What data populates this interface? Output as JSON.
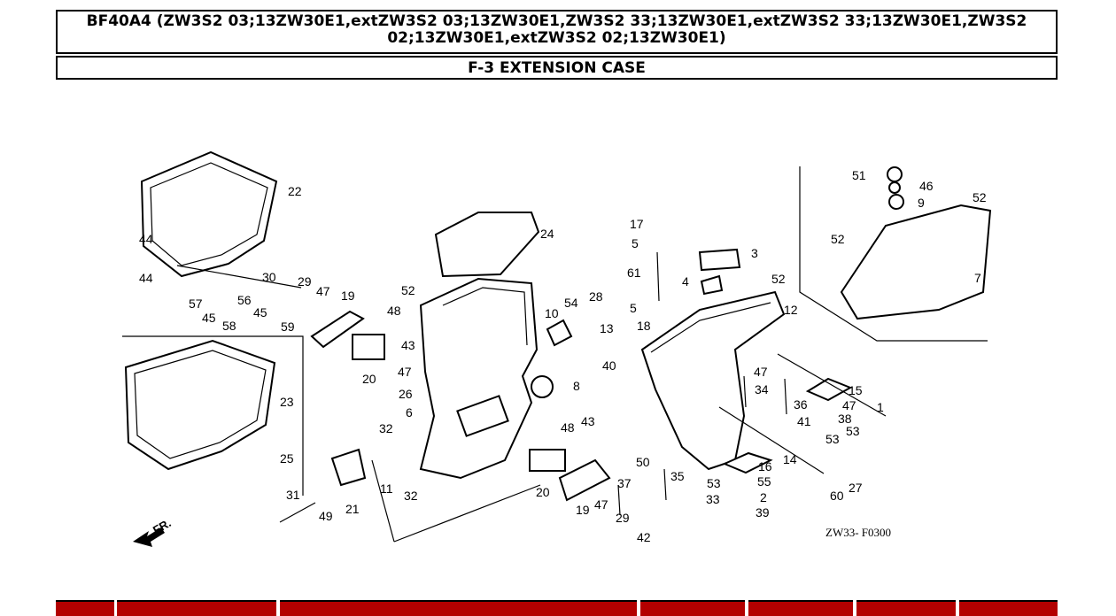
{
  "header": {
    "model_line": "BF40A4 (ZW3S2 03;13ZW30E1,extZW3S2 03;13ZW30E1,ZW3S2 33;13ZW30E1,extZW3S2 33;13ZW30E1,ZW3S2 02;13ZW30E1,extZW3S2 02;13ZW30E1)",
    "section_title": "F-3 EXTENSION CASE"
  },
  "diagram": {
    "figure_code": "ZW33- F0300",
    "direction_label": "FR.",
    "callouts": [
      {
        "id": "c1",
        "label": "1"
      },
      {
        "id": "c2",
        "label": "2"
      },
      {
        "id": "c3",
        "label": "3"
      },
      {
        "id": "c4",
        "label": "4"
      },
      {
        "id": "c5a",
        "label": "5"
      },
      {
        "id": "c5b",
        "label": "5"
      },
      {
        "id": "c6",
        "label": "6"
      },
      {
        "id": "c7",
        "label": "7"
      },
      {
        "id": "c8",
        "label": "8"
      },
      {
        "id": "c9",
        "label": "9"
      },
      {
        "id": "c10",
        "label": "10"
      },
      {
        "id": "c11",
        "label": "11"
      },
      {
        "id": "c12",
        "label": "12"
      },
      {
        "id": "c13",
        "label": "13"
      },
      {
        "id": "c14",
        "label": "14"
      },
      {
        "id": "c15",
        "label": "15"
      },
      {
        "id": "c16",
        "label": "16"
      },
      {
        "id": "c17",
        "label": "17"
      },
      {
        "id": "c18",
        "label": "18"
      },
      {
        "id": "c19a",
        "label": "19"
      },
      {
        "id": "c19b",
        "label": "19"
      },
      {
        "id": "c20a",
        "label": "20"
      },
      {
        "id": "c20b",
        "label": "20"
      },
      {
        "id": "c21",
        "label": "21"
      },
      {
        "id": "c22",
        "label": "22"
      },
      {
        "id": "c23",
        "label": "23"
      },
      {
        "id": "c24",
        "label": "24"
      },
      {
        "id": "c25",
        "label": "25"
      },
      {
        "id": "c26",
        "label": "26"
      },
      {
        "id": "c27",
        "label": "27"
      },
      {
        "id": "c28",
        "label": "28"
      },
      {
        "id": "c29a",
        "label": "29"
      },
      {
        "id": "c29b",
        "label": "29"
      },
      {
        "id": "c30",
        "label": "30"
      },
      {
        "id": "c31",
        "label": "31"
      },
      {
        "id": "c32a",
        "label": "32"
      },
      {
        "id": "c32b",
        "label": "32"
      },
      {
        "id": "c33",
        "label": "33"
      },
      {
        "id": "c34",
        "label": "34"
      },
      {
        "id": "c35",
        "label": "35"
      },
      {
        "id": "c36",
        "label": "36"
      },
      {
        "id": "c37",
        "label": "37"
      },
      {
        "id": "c38",
        "label": "38"
      },
      {
        "id": "c39",
        "label": "39"
      },
      {
        "id": "c40",
        "label": "40"
      },
      {
        "id": "c41",
        "label": "41"
      },
      {
        "id": "c42",
        "label": "42"
      },
      {
        "id": "c43a",
        "label": "43"
      },
      {
        "id": "c43b",
        "label": "43"
      },
      {
        "id": "c44a",
        "label": "44"
      },
      {
        "id": "c44b",
        "label": "44"
      },
      {
        "id": "c45a",
        "label": "45"
      },
      {
        "id": "c45b",
        "label": "45"
      },
      {
        "id": "c46",
        "label": "46"
      },
      {
        "id": "c47a",
        "label": "47"
      },
      {
        "id": "c47b",
        "label": "47"
      },
      {
        "id": "c47c",
        "label": "47"
      },
      {
        "id": "c47d",
        "label": "47"
      },
      {
        "id": "c47e",
        "label": "47"
      },
      {
        "id": "c48a",
        "label": "48"
      },
      {
        "id": "c48b",
        "label": "48"
      },
      {
        "id": "c49",
        "label": "49"
      },
      {
        "id": "c50",
        "label": "50"
      },
      {
        "id": "c51",
        "label": "51"
      },
      {
        "id": "c52a",
        "label": "52"
      },
      {
        "id": "c52b",
        "label": "52"
      },
      {
        "id": "c52c",
        "label": "52"
      },
      {
        "id": "c52d",
        "label": "52"
      },
      {
        "id": "c53a",
        "label": "53"
      },
      {
        "id": "c53b",
        "label": "53"
      },
      {
        "id": "c53c",
        "label": "53"
      },
      {
        "id": "c54",
        "label": "54"
      },
      {
        "id": "c55",
        "label": "55"
      },
      {
        "id": "c56",
        "label": "56"
      },
      {
        "id": "c57",
        "label": "57"
      },
      {
        "id": "c58",
        "label": "58"
      },
      {
        "id": "c59",
        "label": "59"
      },
      {
        "id": "c60",
        "label": "60"
      },
      {
        "id": "c61",
        "label": "61"
      }
    ]
  },
  "colors": {
    "table_header": "#b30000",
    "line": "#000000"
  }
}
